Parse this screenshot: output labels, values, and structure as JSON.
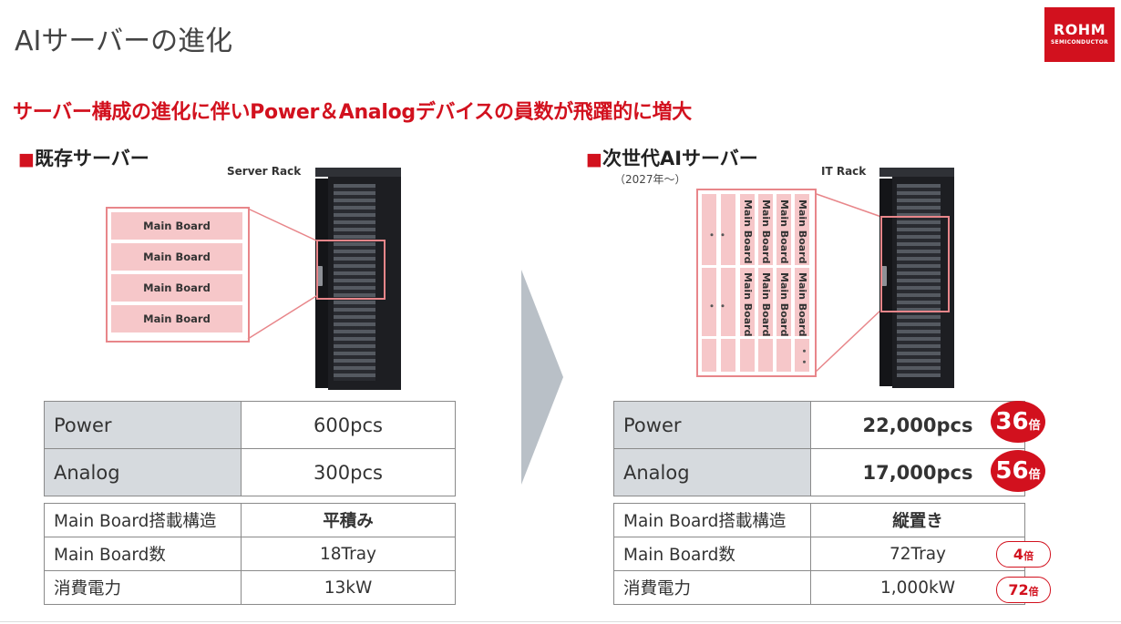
{
  "page_title": "AIサーバーの進化",
  "logo": {
    "brand": "ROHM",
    "tagline": "SEMICONDUCTOR",
    "color": "#d2111e"
  },
  "headline": "サーバー構成の進化に伴いPower＆Analogデバイスの員数が飛躍的に増大",
  "colors": {
    "accent": "#d2111e",
    "zoom_pink": "#f6c7c9",
    "label_gray": "#d6dade"
  },
  "left": {
    "title": "既存サーバー",
    "rack_label": "Server Rack",
    "boards": [
      "Main Board",
      "Main Board",
      "Main Board",
      "Main Board"
    ],
    "table_main": [
      {
        "label": "Power",
        "value": "600pcs"
      },
      {
        "label": "Analog",
        "value": "300pcs"
      }
    ],
    "table_sub": [
      {
        "label": "Main Board搭載構造",
        "value": "平積み"
      },
      {
        "label": "Main Board数",
        "value": "18Tray"
      },
      {
        "label": "消費電力",
        "value": "13kW"
      }
    ]
  },
  "right": {
    "title": "次世代AIサーバー",
    "subtitle": "（2027年～）",
    "rack_label": "IT Rack",
    "board_label": "Main Board",
    "dots": "・・",
    "table_main": [
      {
        "label": "Power",
        "value": "22,000pcs",
        "badge": "36",
        "badge_unit": "倍"
      },
      {
        "label": "Analog",
        "value": "17,000pcs",
        "badge": "56",
        "badge_unit": "倍"
      }
    ],
    "table_sub": [
      {
        "label": "Main Board搭載構造",
        "value": "縦置き"
      },
      {
        "label": "Main Board数",
        "value": "72Tray",
        "badge": "4",
        "badge_unit": "倍"
      },
      {
        "label": "消費電力",
        "value": "1,000kW",
        "badge": "72",
        "badge_unit": "倍"
      }
    ]
  },
  "icons": [
    "square-bullet-icon",
    "chevron-right-arrow-icon",
    "server-rack-icon"
  ]
}
